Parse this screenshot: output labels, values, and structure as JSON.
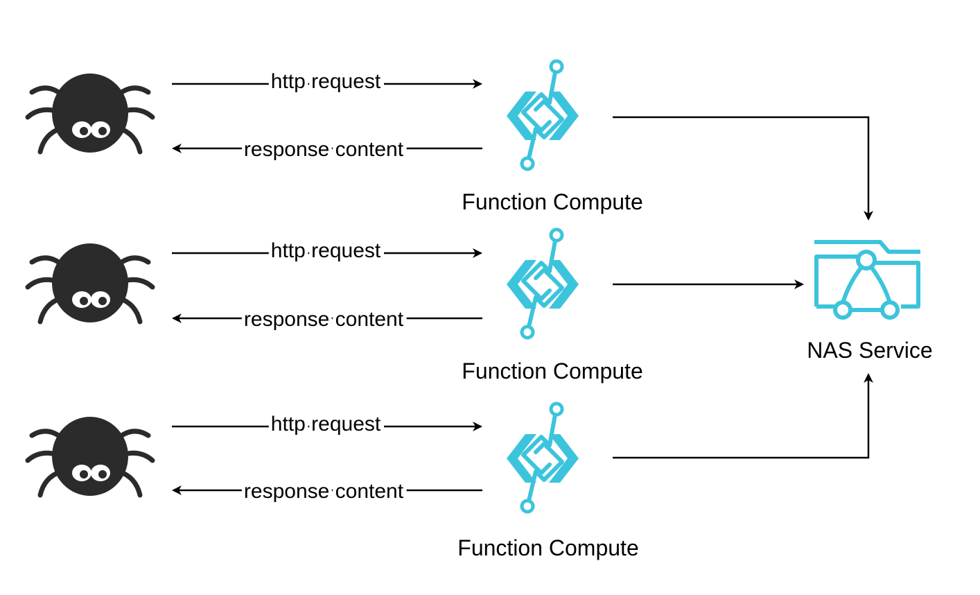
{
  "colors": {
    "spider": "#2b2b2b",
    "service_accent": "#3cc4dc",
    "line": "#000000"
  },
  "rows": [
    {
      "client_icon": "spider-icon",
      "request_label": "http request",
      "response_label": "response content",
      "service_icon": "function-compute-icon",
      "service_label": "Function Compute"
    },
    {
      "client_icon": "spider-icon",
      "request_label": "http request",
      "response_label": "response content",
      "service_icon": "function-compute-icon",
      "service_label": "Function Compute"
    },
    {
      "client_icon": "spider-icon",
      "request_label": "http request",
      "response_label": "response content",
      "service_icon": "function-compute-icon",
      "service_label": "Function Compute"
    }
  ],
  "nas": {
    "icon": "nas-folder-icon",
    "label": "NAS Service"
  }
}
